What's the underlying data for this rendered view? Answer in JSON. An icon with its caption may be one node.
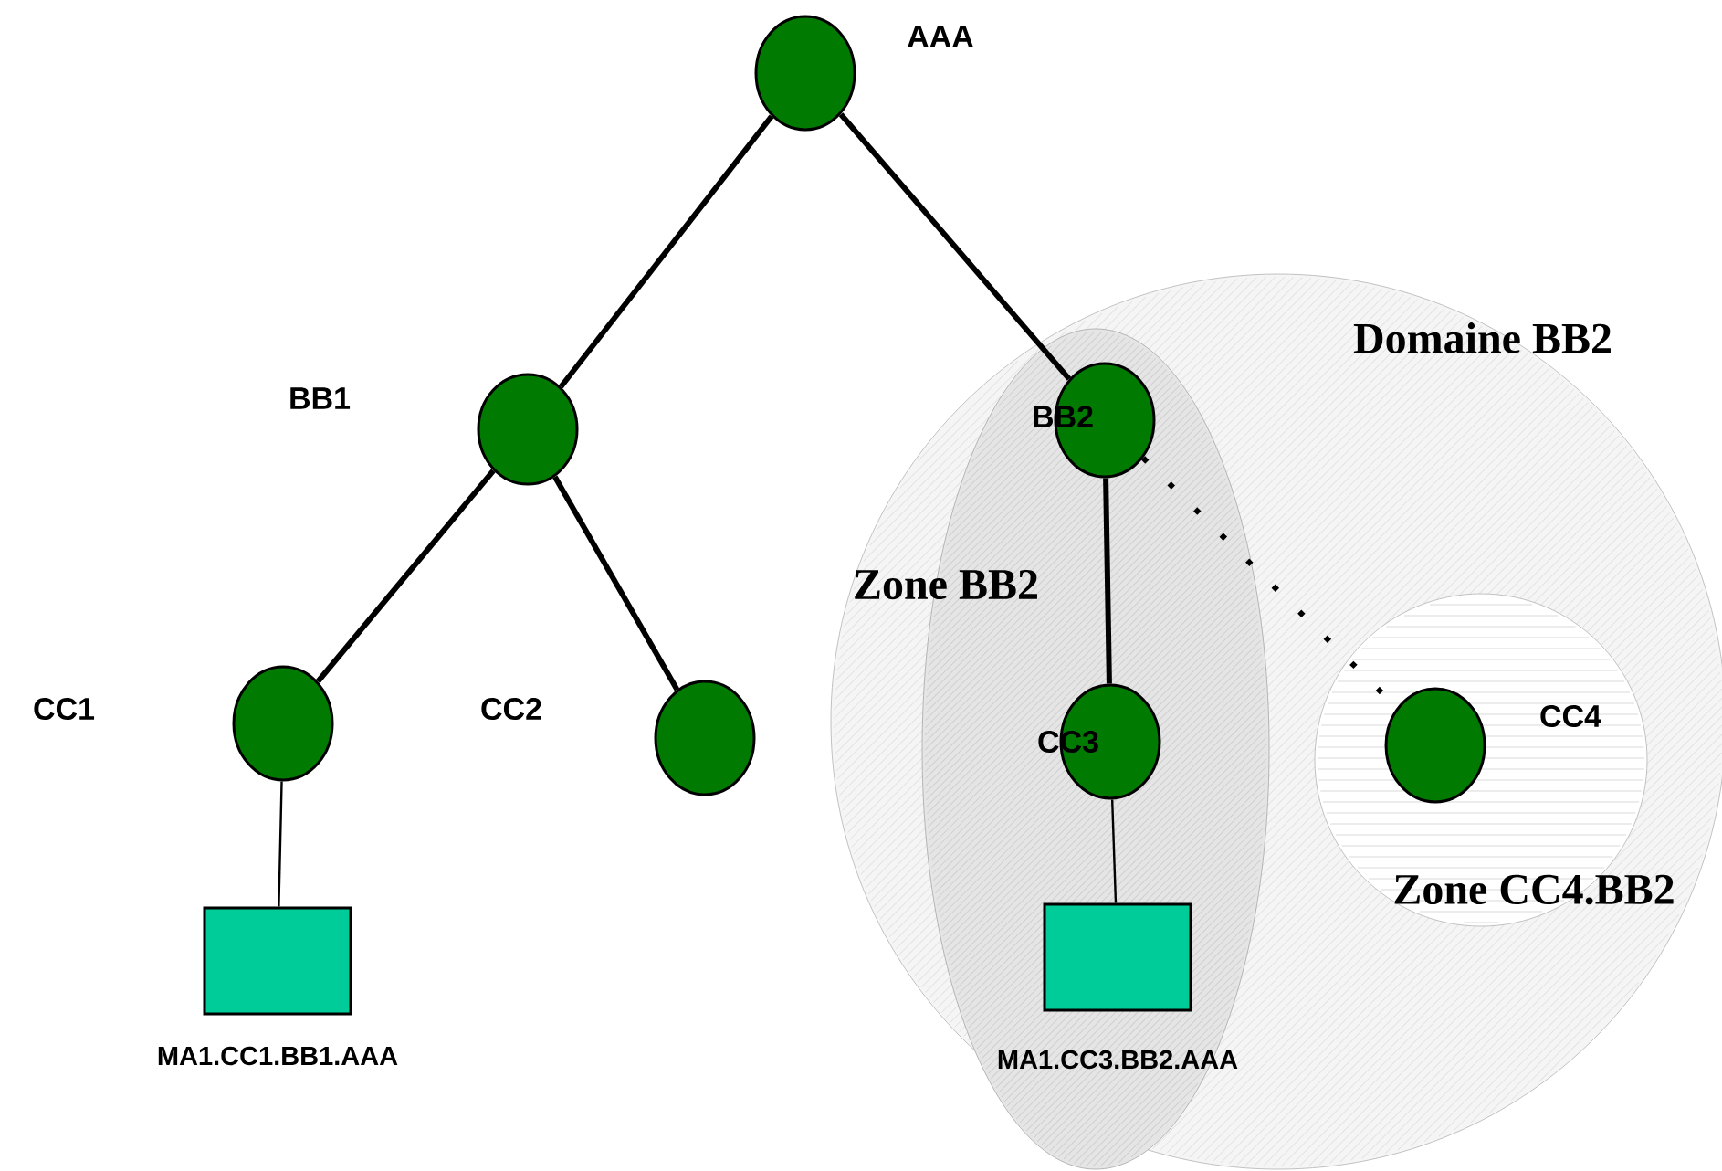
{
  "diagram": {
    "nodes": [
      {
        "text": [],
        "shape": "circle",
        "beside": [
          "AAA"
        ]
      },
      {
        "text": [],
        "shape": "circle"
      },
      {
        "text": [],
        "shape": "circle"
      },
      {
        "text": [],
        "shape": "circle",
        "beside": [
          "CC2"
        ]
      },
      {
        "text": [],
        "shape": "box",
        "beside": [
          "MA1.CC1.BB1.AAA"
        ]
      },
      {
        "text": [
          "Domaine BB2"
        ]
      },
      {
        "text": [
          "Zone BB2"
        ],
        "in": 5
      },
      {
        "text": [
          "BB2"
        ],
        "in": 6
      },
      {
        "text": [
          "CC3"
        ],
        "in": 6
      },
      {
        "text": [],
        "shape": "box",
        "beside": [
          "MA1.CC3.BB2.AAA"
        ],
        "in": 6
      },
      {
        "text": [
          "Zone CC4.BB2"
        ],
        "in": 5
      },
      {
        "text": [],
        "shape": "circle",
        "beside": [
          "CC4"
        ],
        "in": 10
      }
    ],
    "edges": [
      {
        "from": 0,
        "to": 1,
        "arrow": "none"
      },
      {
        "from": 0,
        "to": 7,
        "arrow": "none"
      },
      {
        "from": 1,
        "to": 2,
        "arrow": "none"
      },
      {
        "from": 1,
        "to": 3,
        "arrow": "none"
      },
      {
        "from": 2,
        "to": 4,
        "arrow": "none"
      },
      {
        "from": 7,
        "to": 8,
        "arrow": "none"
      },
      {
        "from": 8,
        "to": 9,
        "arrow": "none"
      },
      {
        "from": 7,
        "to": 11,
        "arrow": "none",
        "style": "dashed"
      }
    ],
    "labels": [
      "BB1",
      "CC1"
    ]
  }
}
